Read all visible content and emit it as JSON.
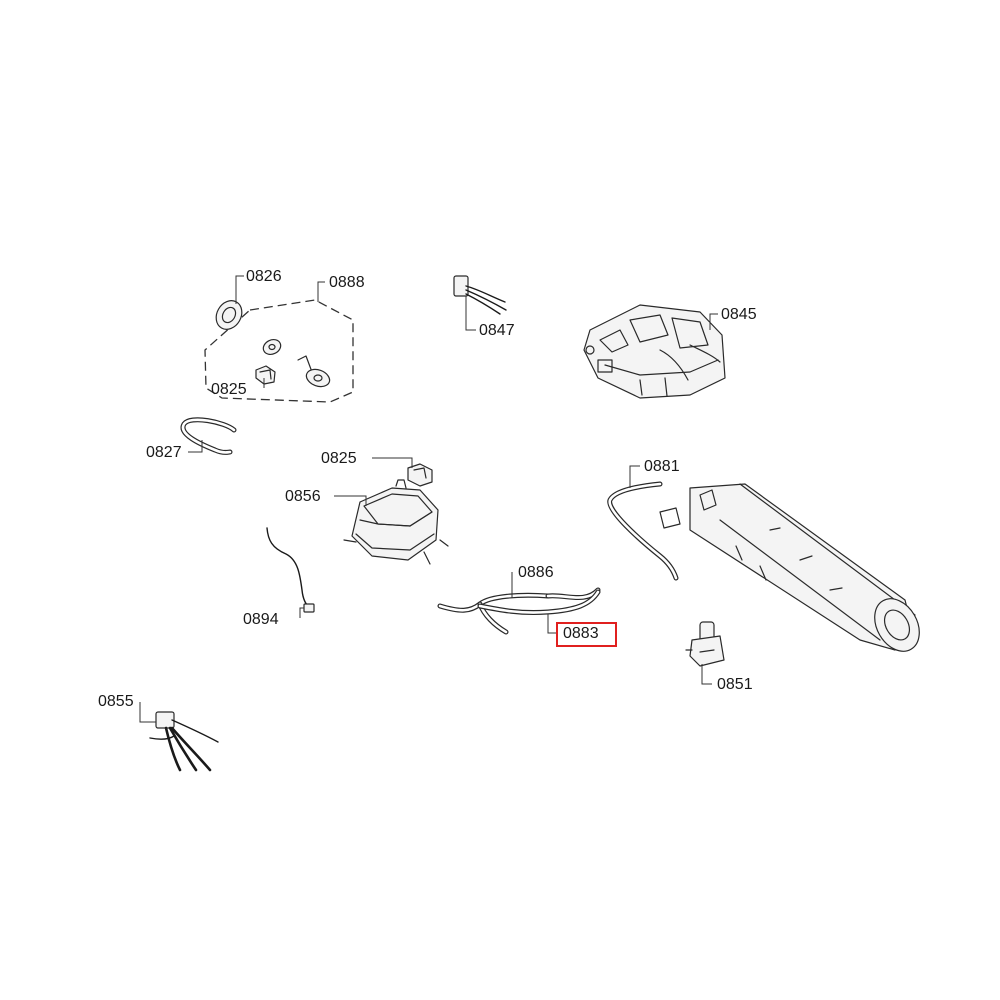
{
  "labels": [
    {
      "id": "0826",
      "text": "0826"
    },
    {
      "id": "0888",
      "text": "0888"
    },
    {
      "id": "0847",
      "text": "0847"
    },
    {
      "id": "0845",
      "text": "0845"
    },
    {
      "id": "0825a",
      "text": "0825"
    },
    {
      "id": "0827",
      "text": "0827"
    },
    {
      "id": "0825b",
      "text": "0825"
    },
    {
      "id": "0856",
      "text": "0856"
    },
    {
      "id": "0881",
      "text": "0881"
    },
    {
      "id": "0886",
      "text": "0886"
    },
    {
      "id": "0883",
      "text": "0883"
    },
    {
      "id": "0894",
      "text": "0894"
    },
    {
      "id": "0851",
      "text": "0851"
    },
    {
      "id": "0855",
      "text": "0855"
    }
  ],
  "highlighted_label": "0883",
  "colors": {
    "highlight": "#e0201f",
    "line": "#2a2a2a",
    "background": "#ffffff"
  }
}
